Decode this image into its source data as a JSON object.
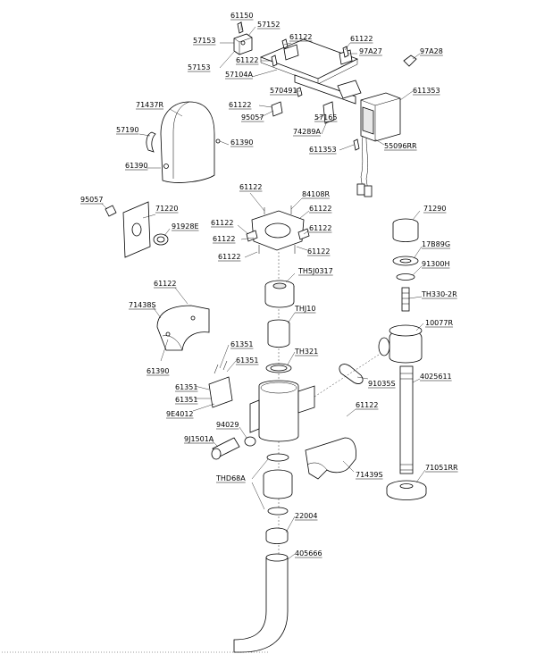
{
  "parts": [
    {
      "id": "p61150",
      "label": "61150"
    },
    {
      "id": "p57152",
      "label": "57152"
    },
    {
      "id": "p57153a",
      "label": "57153"
    },
    {
      "id": "p57153b",
      "label": "57153"
    },
    {
      "id": "p61122a",
      "label": "61122"
    },
    {
      "id": "p61122b",
      "label": "61122"
    },
    {
      "id": "p61122c",
      "label": "61122"
    },
    {
      "id": "p97A27",
      "label": "97A27"
    },
    {
      "id": "p97A28",
      "label": "97A28"
    },
    {
      "id": "p57104A",
      "label": "57104A"
    },
    {
      "id": "p570491",
      "label": "570491"
    },
    {
      "id": "p61122d",
      "label": "61122"
    },
    {
      "id": "p95057a",
      "label": "95057"
    },
    {
      "id": "p57165",
      "label": "57165"
    },
    {
      "id": "p74289A",
      "label": "74289A"
    },
    {
      "id": "p611353a",
      "label": "611353"
    },
    {
      "id": "p611353b",
      "label": "611353"
    },
    {
      "id": "p55096RR",
      "label": "55096RR"
    },
    {
      "id": "p71437R",
      "label": "71437R"
    },
    {
      "id": "p57190",
      "label": "57190"
    },
    {
      "id": "p61390a",
      "label": "61390"
    },
    {
      "id": "p61390b",
      "label": "61390"
    },
    {
      "id": "p95057b",
      "label": "95057"
    },
    {
      "id": "p71220",
      "label": "71220"
    },
    {
      "id": "p91928E",
      "label": "91928E"
    },
    {
      "id": "p61122e",
      "label": "61122"
    },
    {
      "id": "p84108R",
      "label": "84108R"
    },
    {
      "id": "p61122f",
      "label": "61122"
    },
    {
      "id": "p61122g",
      "label": "61122"
    },
    {
      "id": "p61122h",
      "label": "61122"
    },
    {
      "id": "p61122i",
      "label": "61122"
    },
    {
      "id": "p61122j",
      "label": "61122"
    },
    {
      "id": "p61122k",
      "label": "61122"
    },
    {
      "id": "p61122l",
      "label": "61122"
    },
    {
      "id": "pTH5J0317",
      "label": "TH5J0317"
    },
    {
      "id": "p71290",
      "label": "71290"
    },
    {
      "id": "p17B89G",
      "label": "17B89G"
    },
    {
      "id": "p91300H",
      "label": "91300H"
    },
    {
      "id": "pTH330",
      "label": "TH330-2R"
    },
    {
      "id": "p10077R",
      "label": "10077R"
    },
    {
      "id": "p61122m",
      "label": "61122"
    },
    {
      "id": "p71438S",
      "label": "71438S"
    },
    {
      "id": "pTHJ10",
      "label": "THJ10"
    },
    {
      "id": "pTH321",
      "label": "TH321"
    },
    {
      "id": "p61390c",
      "label": "61390"
    },
    {
      "id": "p61351a",
      "label": "61351"
    },
    {
      "id": "p61351b",
      "label": "61351"
    },
    {
      "id": "p61351c",
      "label": "61351"
    },
    {
      "id": "p61351d",
      "label": "61351"
    },
    {
      "id": "p9E4012",
      "label": "9E4012"
    },
    {
      "id": "p91035S",
      "label": "91035S"
    },
    {
      "id": "p4025611",
      "label": "4025611"
    },
    {
      "id": "p61122n",
      "label": "61122"
    },
    {
      "id": "p94029",
      "label": "94029"
    },
    {
      "id": "p9J1501A",
      "label": "9J1501A"
    },
    {
      "id": "p71439S",
      "label": "71439S"
    },
    {
      "id": "p71051RR",
      "label": "71051RR"
    },
    {
      "id": "pTHD68A",
      "label": "THD68A"
    },
    {
      "id": "p22004",
      "label": "22004"
    },
    {
      "id": "p405666",
      "label": "405666"
    }
  ]
}
